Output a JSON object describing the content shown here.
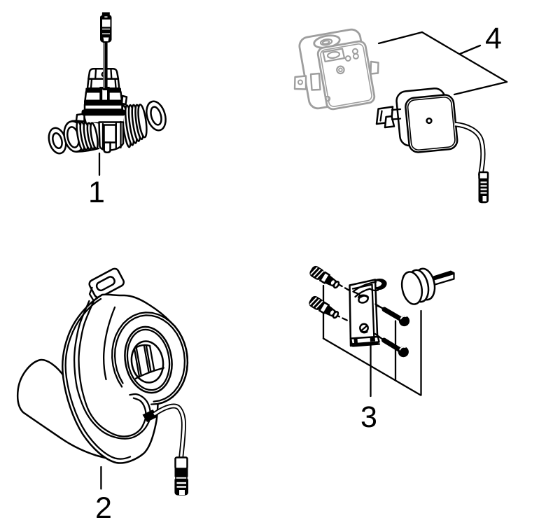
{
  "figure": {
    "type": "exploded-parts-line-diagram",
    "background_color": "#ffffff",
    "line_color": "#000000",
    "ghost_line_color": "#9e9e9e",
    "label_color": "#000000"
  },
  "parts": [
    {
      "label": "1"
    },
    {
      "label": "2"
    },
    {
      "label": "3"
    },
    {
      "label": "4"
    }
  ]
}
